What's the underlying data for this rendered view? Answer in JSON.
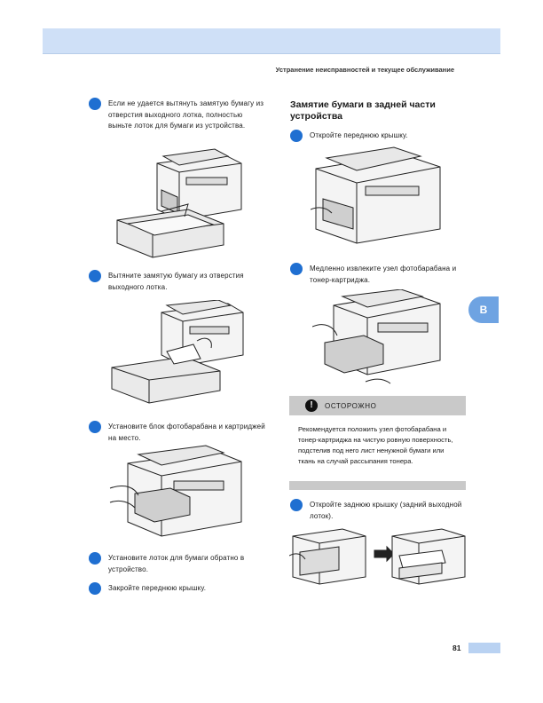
{
  "header": {
    "chapter_title": "Устранение неисправностей и текущее обслуживание"
  },
  "left_steps": [
    {
      "text": "Если не удается вытянуть замятую бумагу из отверстия выходного лотка, полностью выньте лоток для бумаги из устройства."
    },
    {
      "text": "Вытяните замятую бумагу из отверстия выходного лотка."
    },
    {
      "text": "Установите блок фотобарабана и картриджей на место."
    },
    {
      "text": "Установите лоток для бумаги обратно в устройство."
    },
    {
      "text": "Закройте переднюю крышку."
    }
  ],
  "right_section": {
    "title": "Замятие бумаги в задней части устройства",
    "steps": [
      {
        "text": "Откройте переднюю крышку."
      },
      {
        "text": "Медленно извлеките узел фотобарабана и тонер-картриджа."
      },
      {
        "text": "Откройте заднюю крышку (задний выходной лоток)."
      }
    ],
    "caution": {
      "label": "ОСТОРОЖНО",
      "icon": "exclamation-icon",
      "text": "Рекомендуется положить узел фотобарабана и тонер-картриджа на чистую ровную поверхность, подстелив под него лист ненужной бумаги или ткань на случай рассыпания тонера."
    }
  },
  "side_tab": {
    "label": "B"
  },
  "footer": {
    "page_number": "81"
  },
  "colors": {
    "bullet": "#1f6fd1",
    "header_band": "#cfe0f7",
    "side_tab": "#6ea3e2"
  }
}
